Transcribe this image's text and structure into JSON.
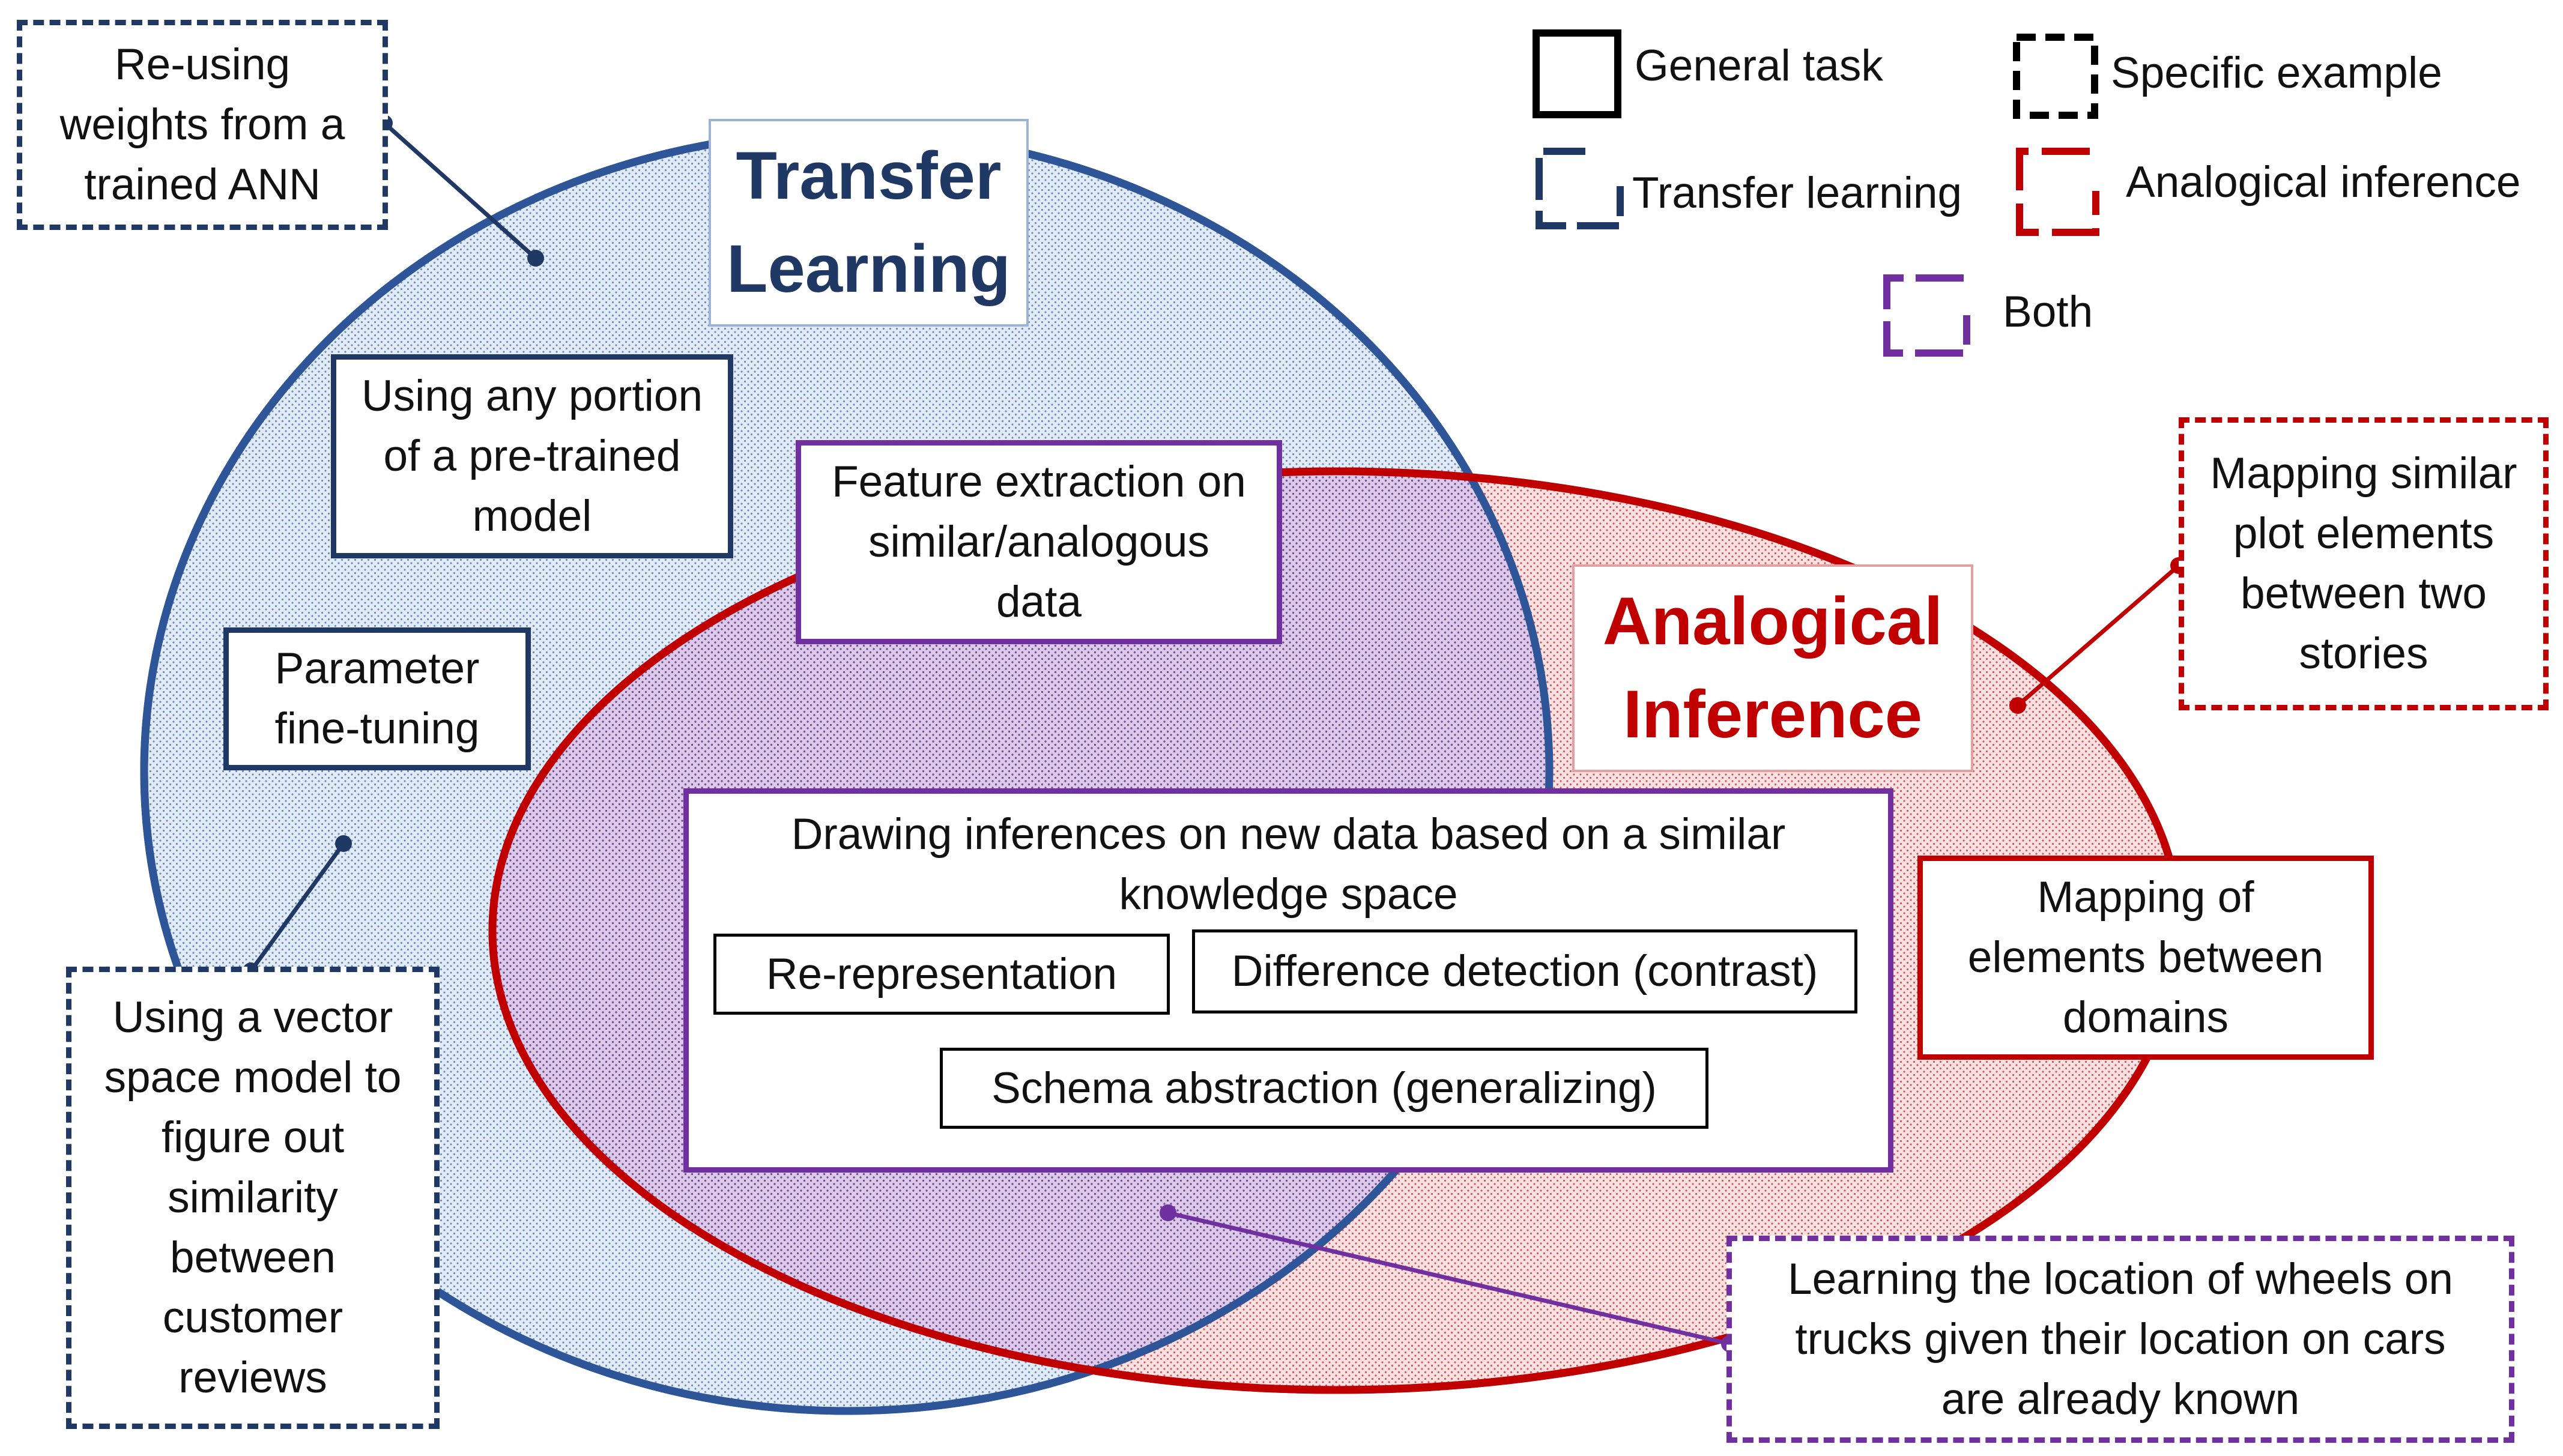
{
  "sets": {
    "transfer": {
      "title_line1": "Transfer",
      "title_line2": "Learning",
      "color": "#2e5597",
      "fill": "#dbe5f4"
    },
    "analogical": {
      "title_line1": "Analogical",
      "title_line2": "Inference",
      "color": "#c00000",
      "fill": "#f6d3d3"
    },
    "overlap_fill": "#cdb3dd"
  },
  "legend": {
    "general_task": "General task",
    "specific_example": "Specific example",
    "transfer_learning": "Transfer learning",
    "analogical_inference": "Analogical inference",
    "both": "Both"
  },
  "boxes": {
    "reusing_weights": [
      "Re-using",
      "weights from a",
      "trained ANN"
    ],
    "using_portion": [
      "Using any portion",
      "of a pre-trained",
      "model"
    ],
    "parameter_tuning": [
      "Parameter",
      "fine-tuning"
    ],
    "vector_space": [
      "Using a vector",
      "space model to",
      "figure out",
      "similarity",
      "between",
      "customer",
      "reviews"
    ],
    "feature_extraction": [
      "Feature extraction on",
      "similar/analogous",
      "data"
    ],
    "drawing_inferences": [
      "Drawing inferences on new data based on a similar",
      "knowledge space"
    ],
    "re_representation": "Re-representation",
    "difference_detection": "Difference detection (contrast)",
    "schema_abstraction": "Schema abstraction (generalizing)",
    "mapping_plot": [
      "Mapping similar",
      "plot elements",
      "between two",
      "stories"
    ],
    "mapping_elements": [
      "Mapping of",
      "elements between",
      "domains"
    ],
    "learning_wheels": [
      "Learning the location of wheels on",
      "trucks given their location on cars",
      "are already known"
    ]
  },
  "colors": {
    "navy": "#1f3864",
    "purple": "#7030a0",
    "red": "#c00000",
    "black": "#000000"
  }
}
